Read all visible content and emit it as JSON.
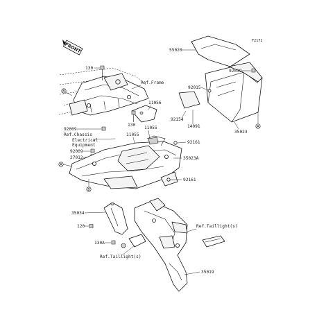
{
  "diagram": {
    "code": "F2172",
    "front_badge": "FRONT",
    "callout_letters": {
      "a": "A",
      "b": "B"
    },
    "labels": {
      "p130_top": "130",
      "ref_frame": "Ref.Frame",
      "p11056": "11056",
      "p55020": "55020",
      "p92039": "92039",
      "p92015": "92015",
      "p92154": "92154",
      "p14091": "14091",
      "p35023": "35023",
      "p130_mid": "130",
      "p11055_a": "11055",
      "p11055_b": "11055",
      "p92009_a": "92009",
      "ref_chassis": "Ref.Chassis",
      "electrical_1": "Electrical",
      "electrical_2": "Equipment",
      "p92161_a": "92161",
      "p92009_b": "92009",
      "p27012": "27012",
      "p35023a": "35023A",
      "p92161_b": "92161",
      "p35034": "35034",
      "p120": "120",
      "ref_taillight_r": "Ref.Taillight(s)",
      "p130a": "130A",
      "ref_taillight_l": "Ref.Taillight(s)",
      "p35019": "35019"
    }
  }
}
